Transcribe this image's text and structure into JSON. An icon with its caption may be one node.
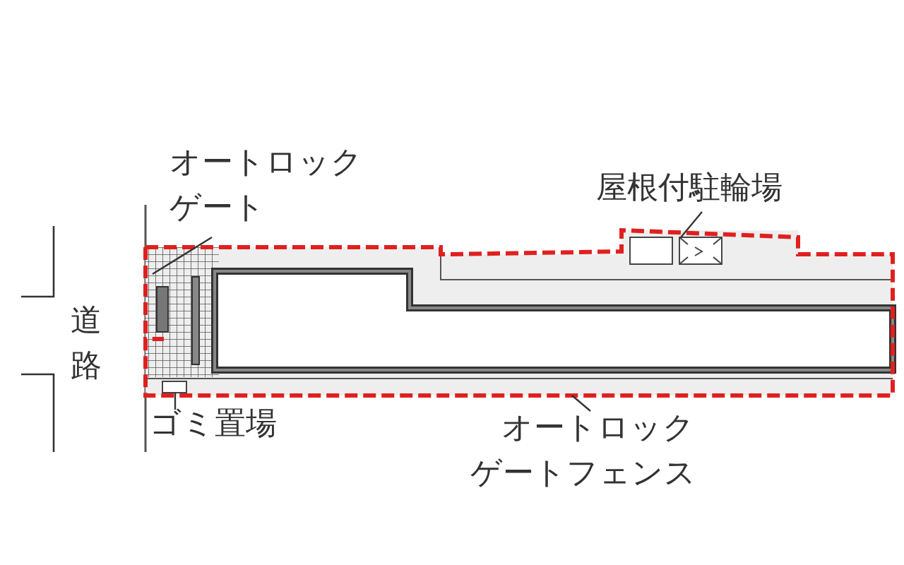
{
  "diagram": {
    "nodes": [
      {
        "text": [
          "オートロックゲート"
        ]
      },
      {
        "text": [
          "屋根付駐輪場"
        ]
      },
      {
        "text": [
          "ゴミ置場"
        ]
      },
      {
        "text": [
          "オートロックゲートフェンス"
        ]
      },
      {
        "text": [],
        "shape": "box"
      },
      {
        "text": [],
        "shape": "box"
      }
    ],
    "edges": [
      {
        "from": 0,
        "to": null,
        "arrow": "none"
      },
      {
        "from": 1,
        "to": 4,
        "arrow": "none"
      },
      {
        "from": 2,
        "to": 5,
        "arrow": "none"
      },
      {
        "from": 3,
        "to": null,
        "arrow": "none"
      }
    ],
    "labels": [
      "道路"
    ]
  }
}
